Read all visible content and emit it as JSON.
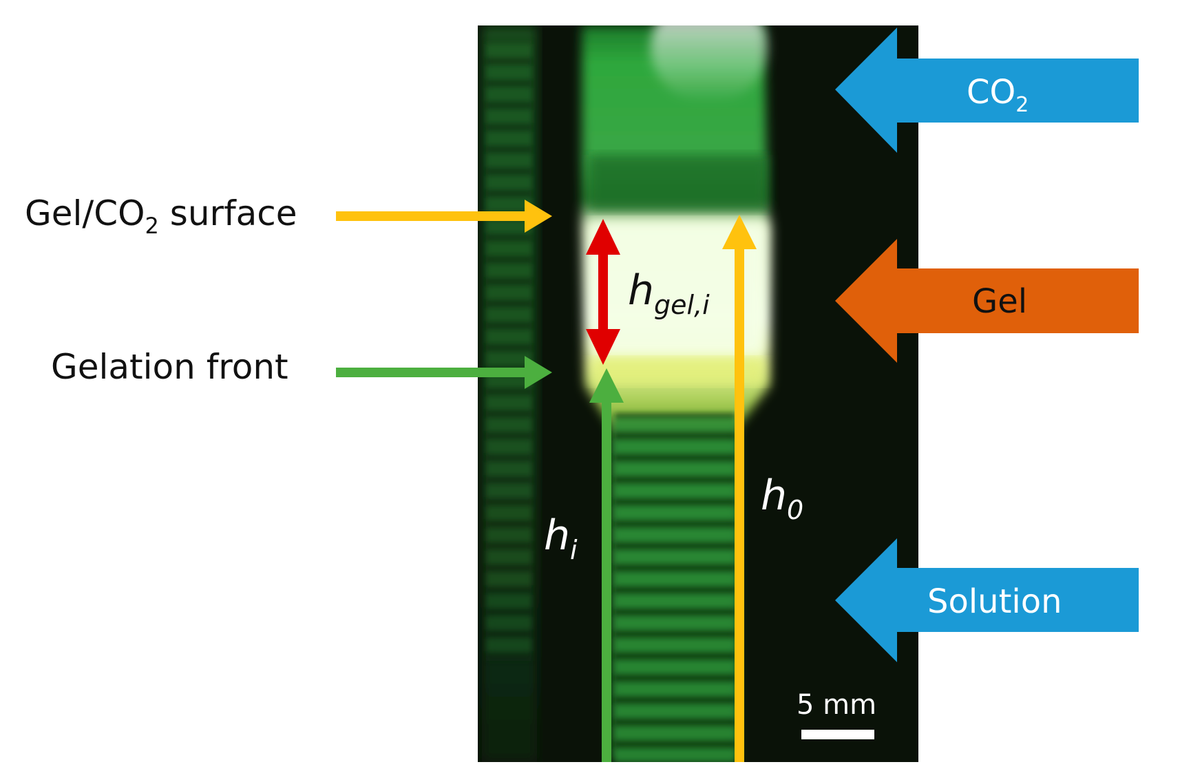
{
  "labels": {
    "surface_main": "Gel/CO",
    "surface_sub": "2",
    "surface_tail": " surface",
    "gelation_front": "Gelation front"
  },
  "region_tags": {
    "co2_main": "CO",
    "co2_sub": "2",
    "gel": "Gel",
    "solution": "Solution"
  },
  "math_labels": {
    "h_gel_main": "h",
    "h_gel_sub": "gel,i",
    "h_i_main": "h",
    "h_i_sub": "i",
    "h_0_main": "h",
    "h_0_sub": "0"
  },
  "scale_bar": {
    "text": "5 mm"
  },
  "colors": {
    "yellow_arrow": "#ffc20e",
    "green_arrow": "#4caf3f",
    "red_arrow": "#e00000",
    "blue_tag": "#1b9ad6",
    "orange_tag": "#e0600a",
    "photo_dark": "#0a1208",
    "photo_green": "#2f9d3a",
    "photo_light": "#f4ffe6"
  }
}
